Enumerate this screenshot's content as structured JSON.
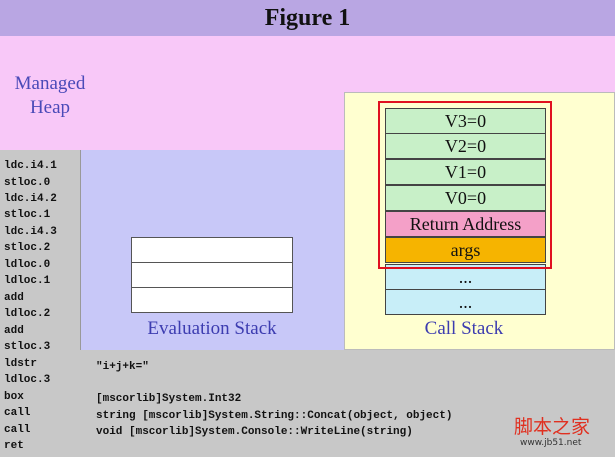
{
  "title": "Figure 1",
  "heap": {
    "label_line1": "Managed",
    "label_line2": "Heap"
  },
  "instructions": [
    {
      "op": "ldc.i4.1",
      "arg": ""
    },
    {
      "op": "stloc.0",
      "arg": ""
    },
    {
      "op": "ldc.i4.2",
      "arg": ""
    },
    {
      "op": "stloc.1",
      "arg": ""
    },
    {
      "op": "ldc.i4.3",
      "arg": ""
    },
    {
      "op": "stloc.2",
      "arg": ""
    },
    {
      "op": "ldloc.0",
      "arg": ""
    },
    {
      "op": "ldloc.1",
      "arg": ""
    },
    {
      "op": "add",
      "arg": ""
    },
    {
      "op": "ldloc.2",
      "arg": ""
    },
    {
      "op": "add",
      "arg": ""
    },
    {
      "op": "stloc.3",
      "arg": ""
    },
    {
      "op": "ldstr",
      "arg": "\"i+j+k=\""
    },
    {
      "op": "ldloc.3",
      "arg": ""
    },
    {
      "op": "box",
      "arg": "[mscorlib]System.Int32"
    },
    {
      "op": "call",
      "arg": "string [mscorlib]System.String::Concat(object, object)"
    },
    {
      "op": "call",
      "arg": "void [mscorlib]System.Console::WriteLine(string)"
    },
    {
      "op": "ret",
      "arg": ""
    }
  ],
  "evaluation_stack": {
    "label": "Evaluation Stack",
    "slots": [
      "",
      "",
      ""
    ]
  },
  "call_stack": {
    "label": "Call Stack",
    "frames": [
      {
        "text": "V3=0",
        "kind": "var"
      },
      {
        "text": "V2=0",
        "kind": "var"
      },
      {
        "text": "V1=0",
        "kind": "var"
      },
      {
        "text": "V0=0",
        "kind": "var"
      },
      {
        "text": "Return Address",
        "kind": "ret"
      },
      {
        "text": "args",
        "kind": "args"
      },
      {
        "text": "...",
        "kind": "ell"
      },
      {
        "text": "...",
        "kind": "ell"
      }
    ]
  },
  "watermark": {
    "main": "脚本之家",
    "sub": "www.jb51.net"
  },
  "colors": {
    "title_band": "#b9a6e3",
    "heap": "#f8c8f8",
    "eval_panel": "#c8c8f8",
    "call_panel": "#ffffd0",
    "highlight": "#e01020"
  }
}
